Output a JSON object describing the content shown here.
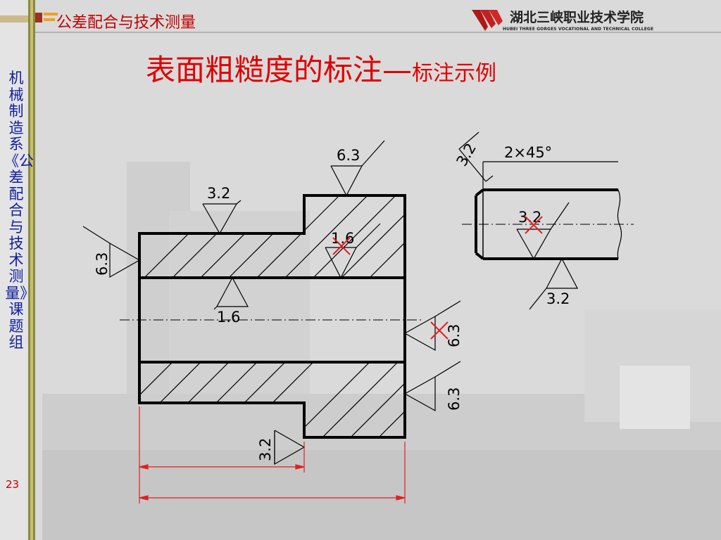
{
  "header": {
    "course_title": "公差配合与技术测量",
    "school_name_cn": "湖北三峡职业技术学院",
    "school_name_en": "HUBEI THREE GORGES VOCATIONAL AND TECHNICAL COLLEGE"
  },
  "sidebar": {
    "vertical_title": "机械制造系《公差配合与技术测量》课题组",
    "page_number": "23"
  },
  "slide": {
    "title_main": "表面粗糙度的标注—",
    "title_sub": "标注示例"
  },
  "drawing": {
    "left_part_labels": {
      "top_left_step": "3.2",
      "top_right_step": "6.3",
      "left_face": "6.3",
      "inner_top": "1.6",
      "bore": "1.6",
      "right_face_upper": "6.3",
      "right_face_lower": "6.3",
      "bottom_step": "3.2"
    },
    "right_part_labels": {
      "chamfer": "3.2",
      "chamfer_spec": "2×45°",
      "inner_crossed": "3.2",
      "bottom": "3.2"
    }
  },
  "colors": {
    "accent_red": "#e00000",
    "sidebar_blue": "#1020a0",
    "dimension_red": "#e02020"
  }
}
